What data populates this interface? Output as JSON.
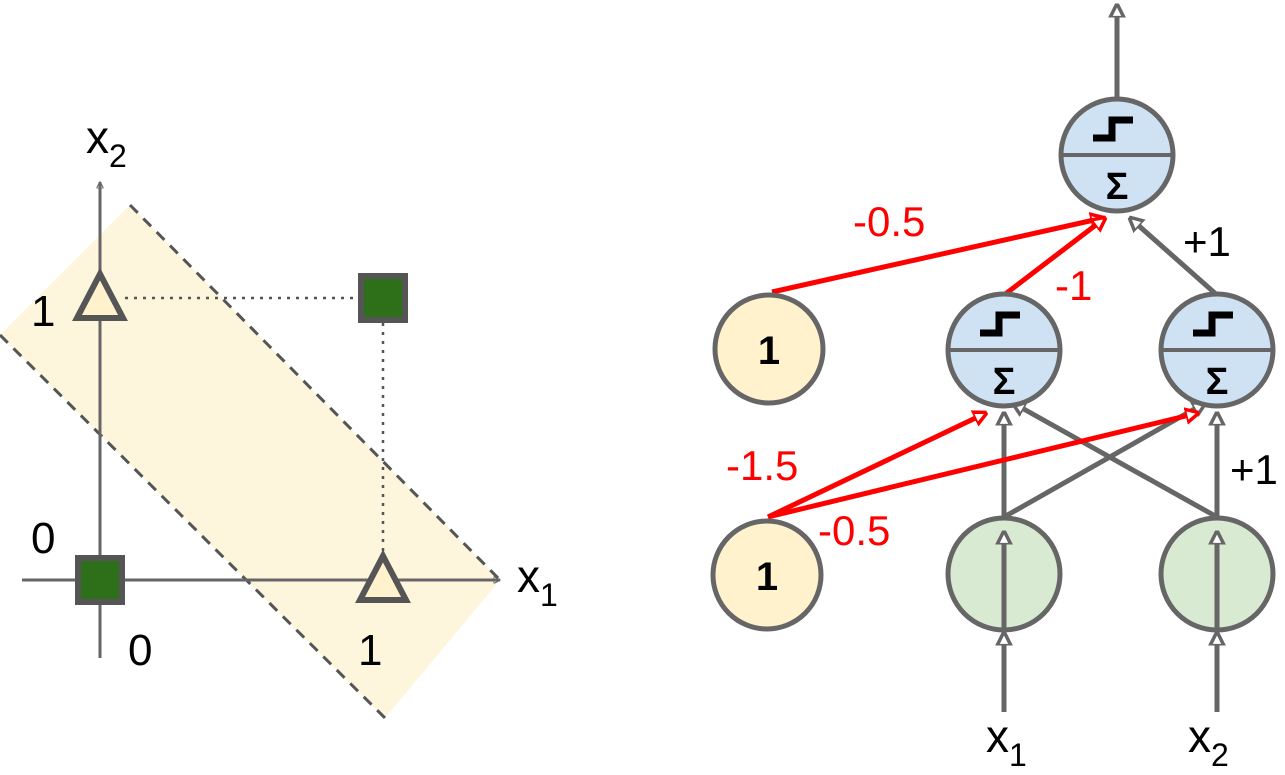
{
  "colors": {
    "band_fill": "#fdf5dc",
    "gray": "#666666",
    "red": "#ff0000",
    "class_square": "#2d7019",
    "triangle_fill": "#fff2cc",
    "bias_node_fill": "#fff2cc",
    "neuron_fill": "#cfe2f3",
    "input_node_fill": "#d9ead3"
  },
  "plot": {
    "x_axis_label": "x",
    "x_axis_sub": "1",
    "y_axis_label": "x",
    "y_axis_sub": "2",
    "x_ticks": [
      "0",
      "1"
    ],
    "y_ticks": [
      "0",
      "1"
    ],
    "points": [
      {
        "x": 0,
        "y": 0,
        "marker": "square"
      },
      {
        "x": 1,
        "y": 1,
        "marker": "square"
      },
      {
        "x": 0,
        "y": 1,
        "marker": "triangle"
      },
      {
        "x": 1,
        "y": 0,
        "marker": "triangle"
      }
    ]
  },
  "network": {
    "bias_label": "1",
    "sum_symbol": "Σ",
    "input_1_label": "x",
    "input_1_sub": "1",
    "input_2_label": "x",
    "input_2_sub": "2",
    "weights": {
      "output_bias": "-0.5",
      "hidden1_to_output": "-1",
      "hidden2_to_output": "+1",
      "hidden1_bias": "-1.5",
      "hidden2_bias": "-0.5",
      "x2_to_hidden2": "+1"
    }
  }
}
